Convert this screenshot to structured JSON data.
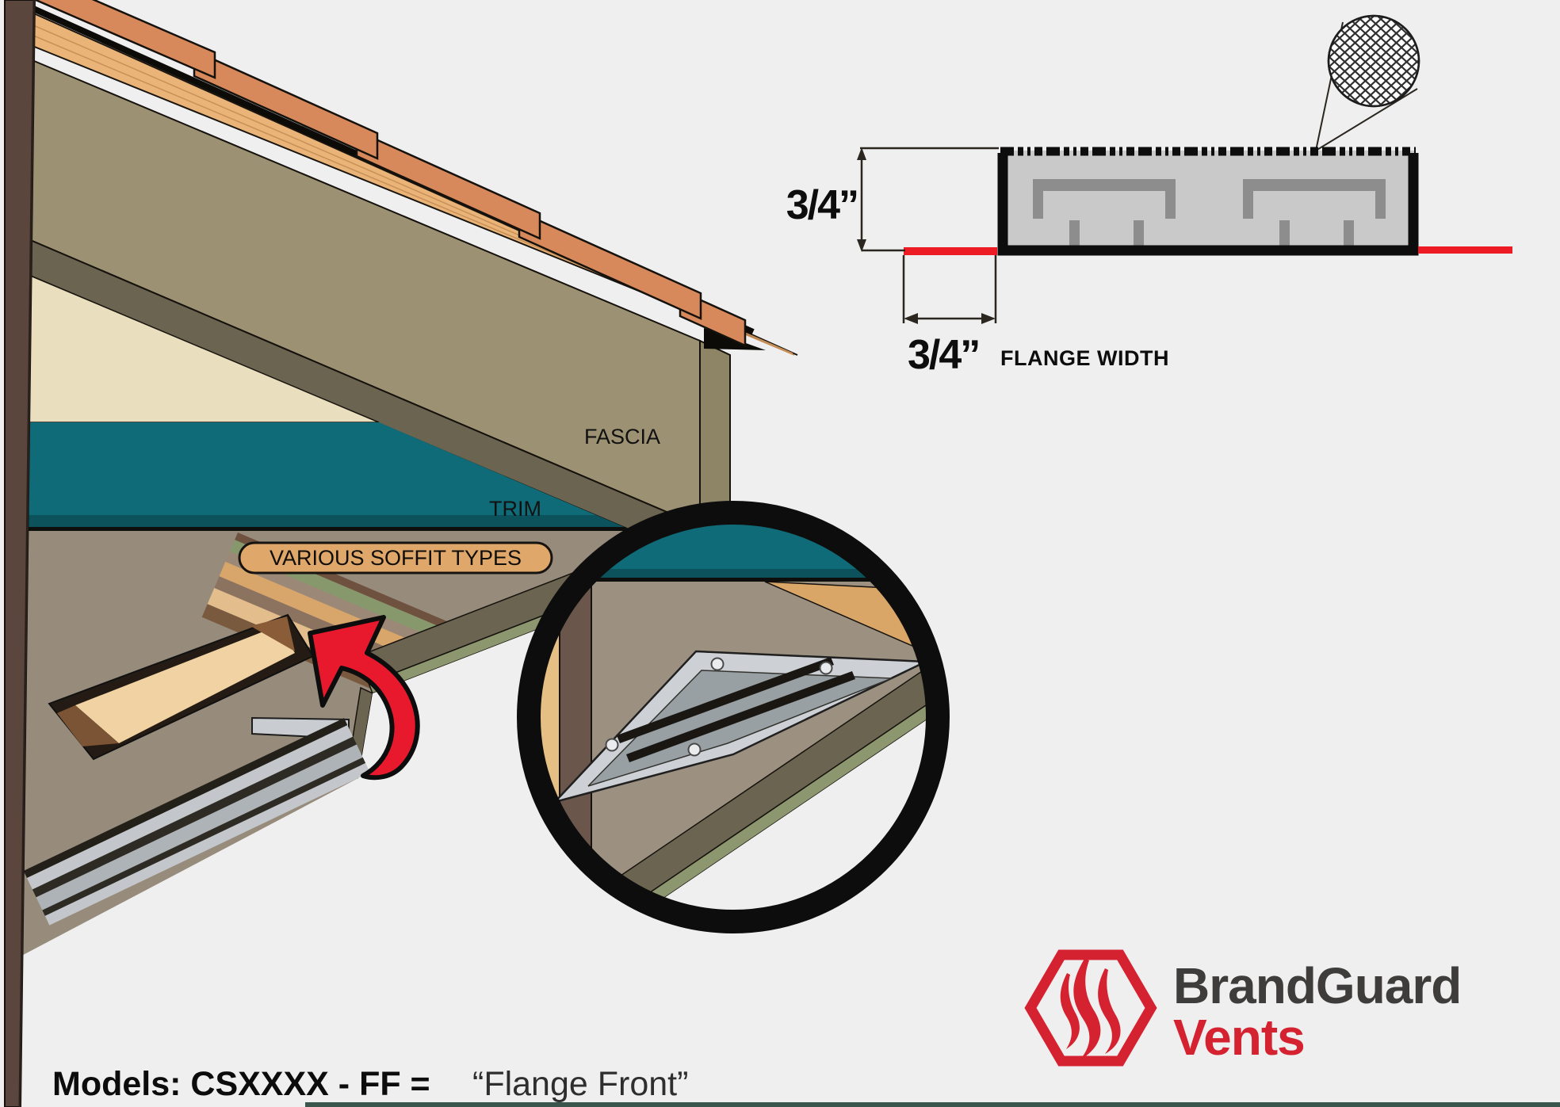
{
  "page": {
    "background": "#efefef",
    "description": "BrandGuard Vents continuous soffit vent installation diagram"
  },
  "colors": {
    "trim_teal": "#0f6b77",
    "trim_teal_dark": "#0b525c",
    "arrow_red": "#e8192c",
    "dimension_red": "#ec1b24",
    "pill_fill": "#e0a76b",
    "logo_red": "#d42230",
    "logo_dark": "#3e3d3c",
    "fascia_khaki": "#9c9173",
    "soffit_taupe": "#978c7c",
    "post_brown": "#5a463d",
    "vent_gray": "#c9c9c9",
    "footer_line_green": "#3a564c"
  },
  "diagram": {
    "fascia_label": "FASCIA",
    "trim_label": "TRIM",
    "soffit_pill_label": "VARIOUS SOFFIT TYPES"
  },
  "cross_section": {
    "height_dimension": "3/4”",
    "flange_dimension": "3/4”",
    "flange_dimension_label": "FLANGE WIDTH"
  },
  "footer": {
    "models_label": "Models: CSXXXX - FF =",
    "models_value": "“Flange Front”"
  },
  "logo": {
    "brand": "BrandGuard",
    "product": "Vents"
  },
  "icons": {
    "curved-arrow-icon": "red curved callout arrow (svg shape)",
    "magnifier-circle": "zoom detail circle (svg shape)",
    "mesh-detail-circle": "wire mesh close-up circle (svg crosshatch)",
    "flame-icon": "hexagon with flame logo mark (svg shape)"
  }
}
